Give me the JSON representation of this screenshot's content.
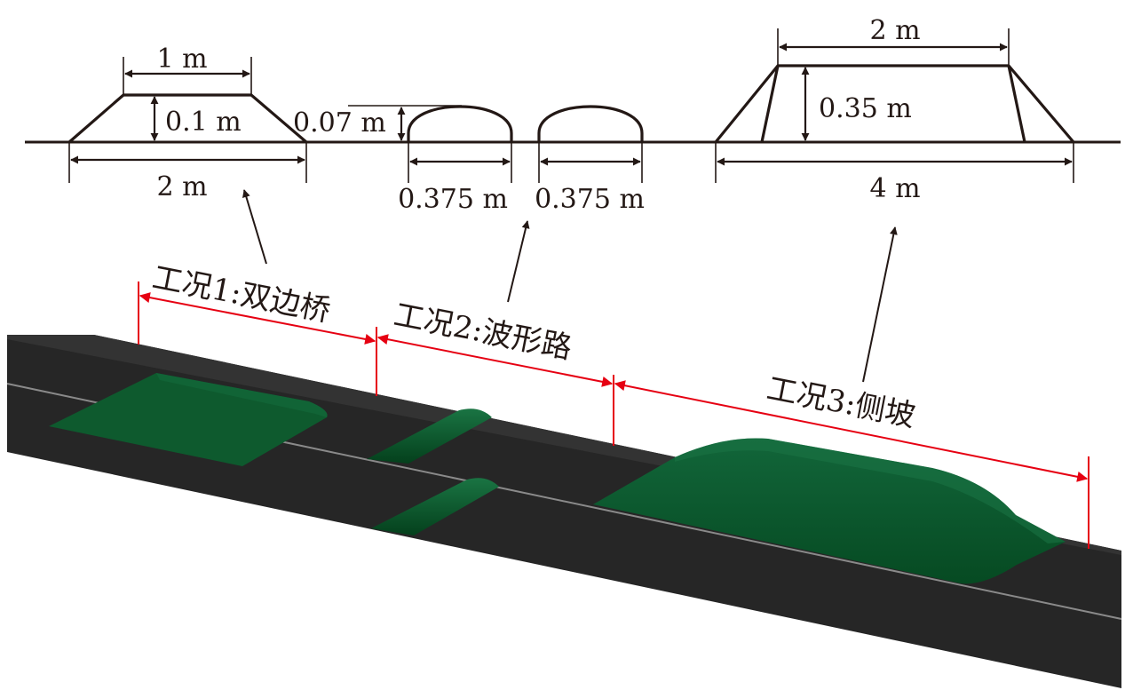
{
  "profiles": {
    "bridge": {
      "top_width": "1 m",
      "height": "0.1 m",
      "bottom_width": "2 m"
    },
    "wave": {
      "height": "0.07 m",
      "width_left": "0.375 m",
      "width_right": "0.375 m"
    },
    "slope": {
      "top_width": "2 m",
      "height": "0.35 m",
      "bottom_width": "4 m"
    }
  },
  "cases": {
    "case1": "工况1:双边桥",
    "case2": "工况2:波形路",
    "case3": "工况3:侧坡"
  },
  "colors": {
    "road": "#2b2b2b",
    "road_side": "#1c1c1c",
    "obstacle": "#0e5a2e",
    "obstacle_dark": "#053f1d",
    "lane_line": "#8a8a8a",
    "case_marker": "#e60012",
    "line": "#231815"
  }
}
